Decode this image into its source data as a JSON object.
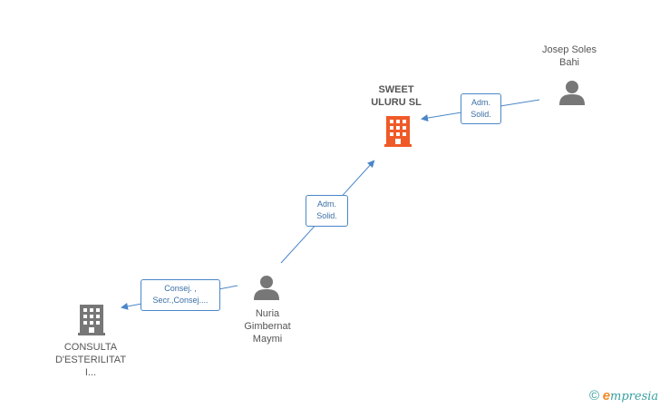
{
  "colors": {
    "edge": "#4a86c8",
    "person_icon": "#777777",
    "company_main": "#f05a28",
    "company_other": "#777777"
  },
  "nodes": {
    "sweet_uluru": {
      "label": "SWEET\nULURU SL",
      "icon": "building-icon",
      "role": "main-company"
    },
    "josep": {
      "label": "Josep Soles\nBahi",
      "icon": "person-icon"
    },
    "nuria": {
      "label": "Nuria\nGimbernat\nMaymi",
      "icon": "person-icon"
    },
    "consulta": {
      "label": "CONSULTA\nD'ESTERILITAT\nI...",
      "icon": "building-icon"
    }
  },
  "edges": {
    "josep_sweet": {
      "label": "Adm.\nSolid."
    },
    "nuria_sweet": {
      "label": "Adm.\nSolid."
    },
    "nuria_consulta": {
      "label": "Consej. ,\nSecr.,Consej...."
    }
  },
  "brand": {
    "copyright": "©",
    "e": "e",
    "rest": "mpresia"
  }
}
